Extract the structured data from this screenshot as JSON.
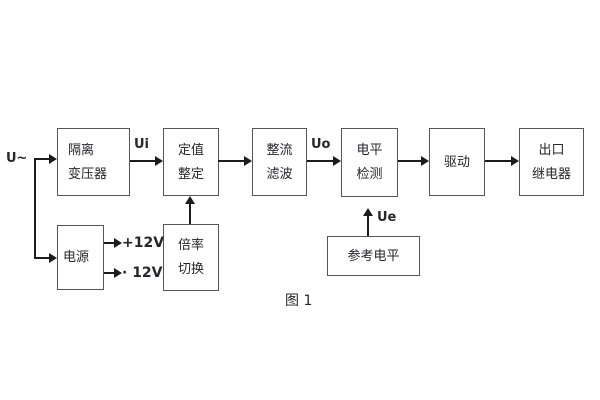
{
  "figure": {
    "caption": "图 1",
    "colors": {
      "background": "#ffffff",
      "border": "#565656",
      "text": "#26262c",
      "line": "#1c1c1c"
    },
    "input": {
      "label": "U~"
    },
    "signals": {
      "ui": "Ui",
      "uo": "Uo",
      "ue": "Ue"
    },
    "power_rails": {
      "positive": "+12V",
      "negative": "· 12V"
    },
    "blocks": {
      "transformer": {
        "line1": "隔离",
        "line2": "变压器"
      },
      "setting": {
        "line1": "定值",
        "line2": "整定"
      },
      "rectifier": {
        "line1": "整流",
        "line2": "滤波"
      },
      "level": {
        "line1": "电平",
        "line2": "检测"
      },
      "drive": {
        "label": "驱动"
      },
      "relay": {
        "line1": "出口",
        "line2": "继电器"
      },
      "power": {
        "label": "电源"
      },
      "ratio": {
        "line1": "倍率",
        "line2": "切换"
      },
      "reference": {
        "label": "参考电平"
      }
    }
  }
}
